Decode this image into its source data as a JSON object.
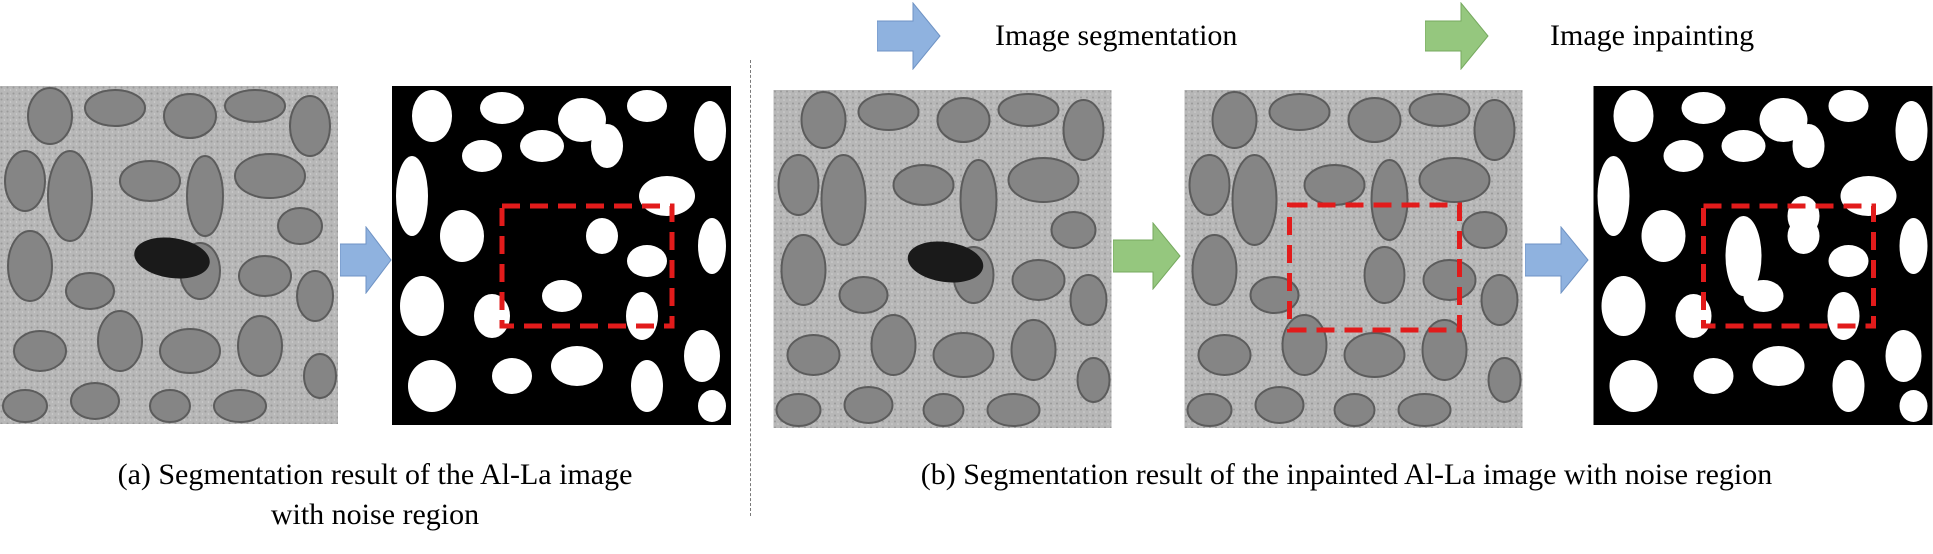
{
  "legend": {
    "segmentation_label": "Image segmentation",
    "inpainting_label": "Image inpainting",
    "segmentation_color": "#8fb2df",
    "inpainting_color": "#95c77e"
  },
  "captions": {
    "a_line1": "(a)  Segmentation result of the Al-La image",
    "a_line2": "with noise region",
    "b_line1": "(b)  Segmentation result of  the inpainted Al-La image with noise region"
  },
  "colors": {
    "highlight_box": "#e21b1b",
    "micrograph_bg": "#b4b4b4",
    "particle": "#858585",
    "noise": "#1a1a1a",
    "mask_bg": "#000000",
    "mask_fg": "#ffffff"
  }
}
